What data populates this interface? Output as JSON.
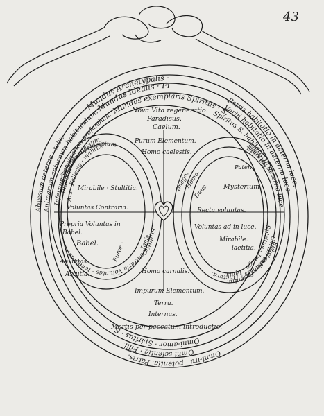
{
  "page_number": "43",
  "labels": {
    "archetypalis": "Mundus Archetypalis · Pater.",
    "idealis": "Mundus Idealis · Filius.",
    "exemplaris": "Mundus exemplaris Spiritus · S.",
    "patris": "Patris habitatio in aeterna luce.",
    "verbi": "Verbi habitatio in aeterna luce.",
    "spiritus_hab": "Spiritus S. habitatio in aeterna luce.",
    "abyssus": "Abyssum aeterna · tebr.",
    "animarum": "Animarum aeternum habitaculum.",
    "infernum": "Infernum tenebrarum profundum.",
    "omni_ira": "Omni-ira · potentia. Patris.",
    "omni_scientia": "Omni-scientia · Filii.",
    "omni_amor": "Omni-amor · Spiritus · S.",
    "mortis": "Mortis per peccatum introductio.",
    "nova_vita": "Nova Vita regeneratio.",
    "paradisus": "Paradisus.",
    "caelum": "Caelum.",
    "purum": "Purum Elementum.",
    "homo_caelestis": "Homo caelestis.",
    "homo_carnalis": "Homo carnalis.",
    "impurum": "Impurum Elementum.",
    "terra": "Terra.",
    "internus": "Internus.",
    "secundum": "Secundum principium.",
    "diabolus": "Diabolus · mendacium.",
    "ars": "Ars · Fallacia · malitia.",
    "mirabile_s": "Mirabile · Stultitia.",
    "voluntas_contraria": "Voluntas Contraria.",
    "propria": "Propria Voluntas in",
    "babel_in": "Babel.",
    "babel": "Babel.",
    "anxietas": "Anxietas.",
    "astutia": "Astutia.",
    "contraria_v": "Contraria Voluntas · tenebrae.",
    "stultitia": "Stultitia ·",
    "furor": "Furor ·",
    "ignis_left": "Ignis.",
    "spiritus_s": "Spiritus. S.",
    "filius_dei": "Filius dei.",
    "pater": "Pater.",
    "imago": "Imago.",
    "homo_r": "Homo.",
    "deus": "Deus.",
    "mysterium": "Mysterium.",
    "recta": "Recta voluntas.",
    "voluntas_luce": "Voluntas ad in luce.",
    "mirabile_l": "Mirabile.",
    "laetitia": "laetitia.",
    "substantialitas": "Substantialitas · Tinctura.",
    "christi": "Christi caro · Essentia.",
    "spiritus_imago": "Spiritus · Imago · Ignis."
  }
}
